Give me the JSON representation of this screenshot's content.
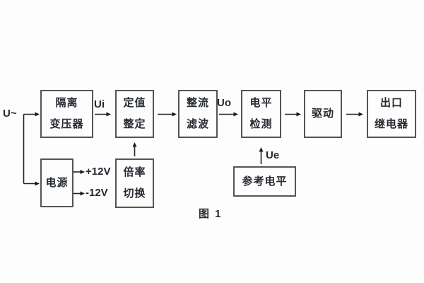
{
  "figure": {
    "caption": "图 1",
    "input_label": "U~",
    "signal_labels": {
      "ui": "Ui",
      "uo": "Uo",
      "ue": "Ue"
    },
    "power_rails": {
      "positive": "+12V",
      "negative": "-12V"
    },
    "blocks": {
      "isolation_transformer": {
        "line1": "隔离",
        "line2": "变压器"
      },
      "setting_adjust": {
        "line1": "定值",
        "line2": "整定"
      },
      "rectifier_filter": {
        "line1": "整流",
        "line2": "滤波"
      },
      "level_detector": {
        "line1": "电平",
        "line2": "检测"
      },
      "driver": {
        "line1": "驱动"
      },
      "output_relay": {
        "line1": "出口",
        "line2": "继电器"
      },
      "power_supply": {
        "line1": "电源"
      },
      "ratio_switch": {
        "line1": "倍率",
        "line2": "切换"
      },
      "reference_level": {
        "line1": "参考电平"
      }
    }
  }
}
